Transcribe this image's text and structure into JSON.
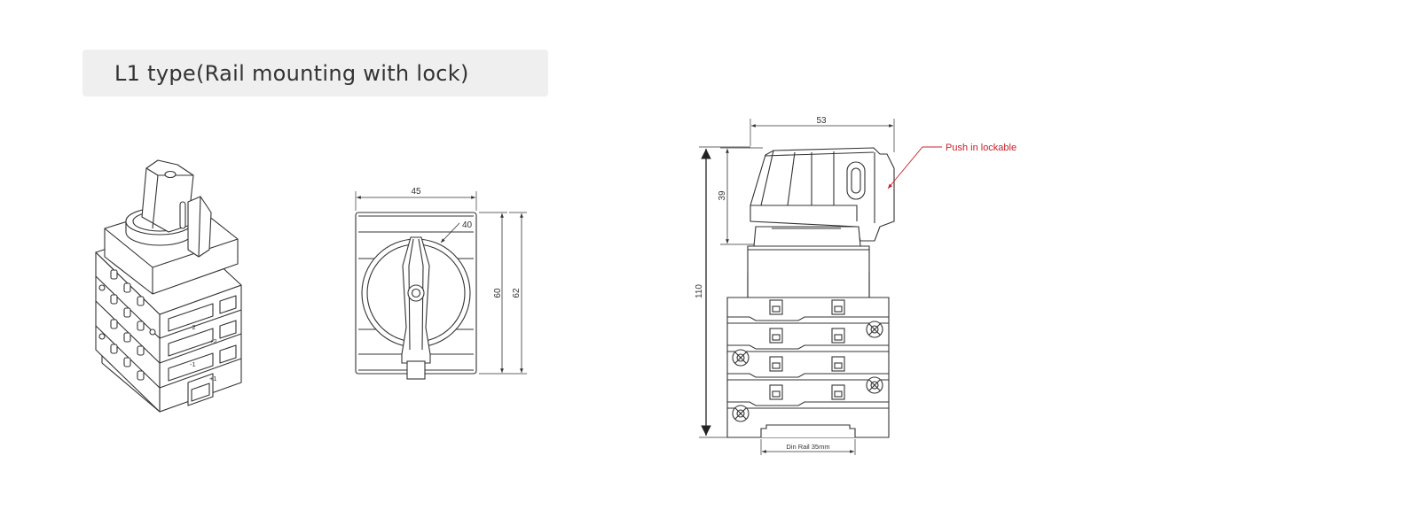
{
  "title": "L1 type(Rail mounting with lock)",
  "front_view": {
    "width_dim": "45",
    "knob_dim": "40",
    "height_inner_dim": "60",
    "height_outer_dim": "62"
  },
  "side_view": {
    "width_dim": "53",
    "knob_height_dim": "39",
    "total_height_dim": "110",
    "rail_label": "Din Rail 35mm",
    "callout_label": "Push in lockable"
  },
  "iso_view": {
    "terminal_marks": [
      "-2",
      "+2",
      "-1",
      "+1"
    ]
  },
  "colors": {
    "line": "#333333",
    "callout": "#c8202a",
    "title_bg": "#efeff0"
  }
}
